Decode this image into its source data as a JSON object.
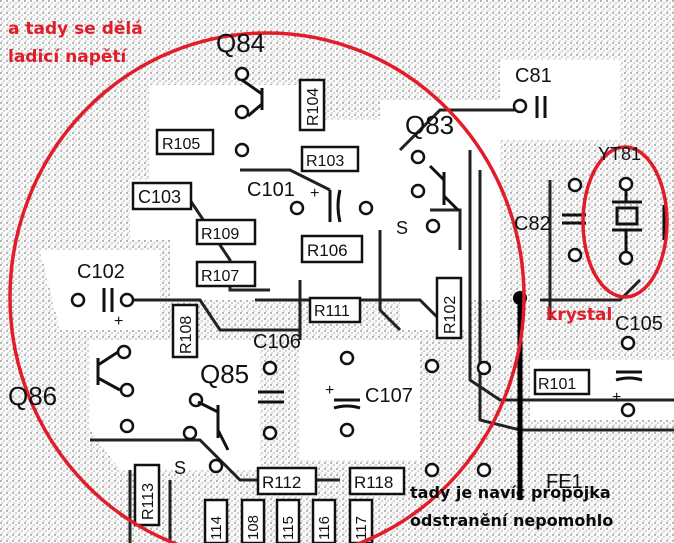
{
  "annotations": {
    "tuning_line1": "a tady se dělá",
    "tuning_line2": "ladicí napětí",
    "crystal": "krystal",
    "jumper_line1": "tady je navíc propojka",
    "jumper_line2": "odstranění nepomohlo"
  },
  "components": {
    "q84": "Q84",
    "q83": "Q83",
    "q85": "Q85",
    "q86": "Q86",
    "c81": "C81",
    "c82": "C82",
    "c101": "C101",
    "c102": "C102",
    "c103": "C103",
    "c105": "C105",
    "c106": "C106",
    "c107": "C107",
    "r101": "R101",
    "r102": "R102",
    "r103": "R103",
    "r104": "R104",
    "r105": "R105",
    "r106": "R106",
    "r107": "R107",
    "r108": "R108",
    "r109": "R109",
    "r111": "R111",
    "r112": "R112",
    "r113": "R113",
    "r114": "114",
    "r115": "115",
    "r116": "116",
    "r117": "117",
    "r118": "R118",
    "r108b": "108",
    "yt81": "YT81",
    "fe1": "FE1",
    "s_q83": "S",
    "s_q85": "S",
    "plus": "+"
  },
  "colors": {
    "annotation_red": "#e11d2a",
    "ink": "#111111"
  }
}
